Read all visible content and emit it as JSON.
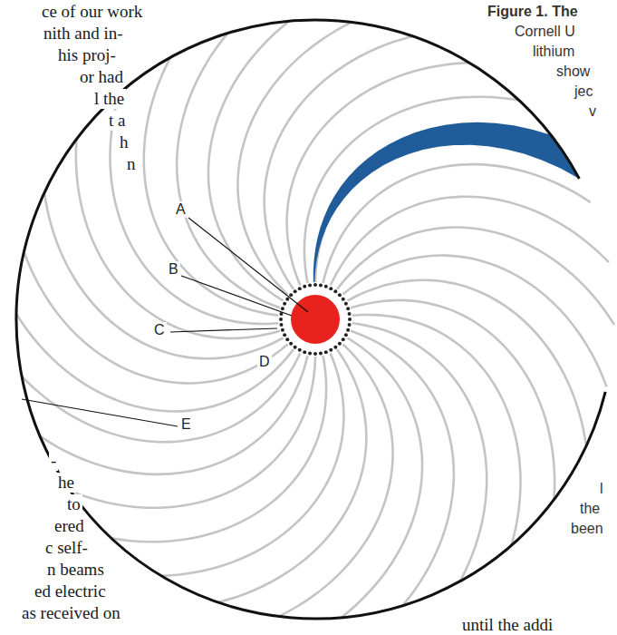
{
  "diagram": {
    "labels": [
      "A",
      "B",
      "C",
      "D",
      "E",
      "ce of our work",
      "nith and in-",
      "his proj-",
      "or had",
      "l the",
      "t a",
      "h",
      "n",
      "-",
      "he",
      "to",
      "ered",
      "c self-",
      "n beams",
      "ed electric",
      "as received on",
      "until the addi",
      "Figure 1. The",
      "Cornell U",
      "lithium",
      "show",
      "jec",
      "v",
      "l",
      "the",
      "been"
    ]
  }
}
